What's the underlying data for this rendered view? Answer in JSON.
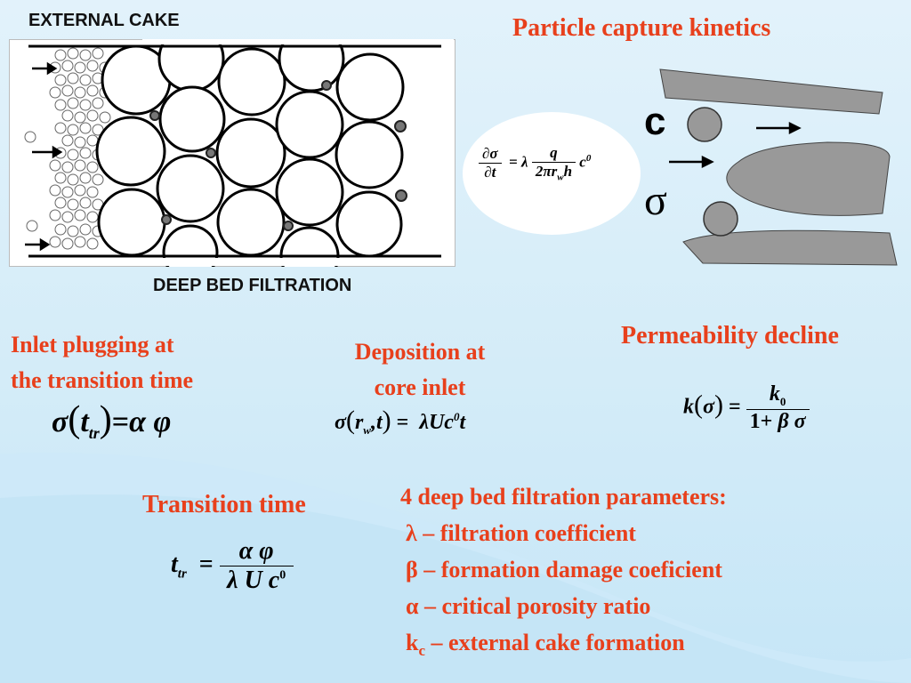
{
  "labels": {
    "external_cake": "EXTERNAL CAKE",
    "deep_bed": "DEEP BED FILTRATION",
    "capture_title": "Particle capture kinetics",
    "c_label": "c",
    "sigma_label": "σ"
  },
  "inlet": {
    "line1": "Inlet plugging at",
    "line2": "the transition time"
  },
  "deposition": {
    "line1": "Deposition at",
    "line2": "core inlet"
  },
  "permeability": {
    "title": "Permeability decline"
  },
  "transition": {
    "title": "Transition time"
  },
  "parameters": {
    "heading": "4 deep bed filtration parameters:",
    "items": [
      "λ – filtration coefficient",
      "β – formation damage coeficient",
      "α – critical porosity ratio"
    ],
    "kc_symbol": "k",
    "kc_sub": "c",
    "kc_text": " – external cake formation"
  }
}
